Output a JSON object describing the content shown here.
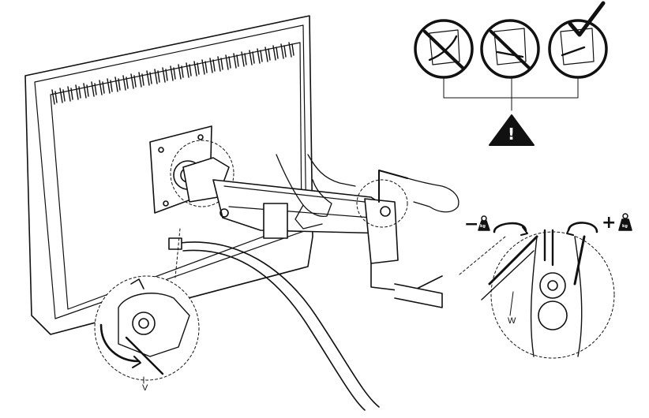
{
  "labels": {
    "tool_w": "W",
    "screw_v": "V",
    "minus_sign": "−",
    "plus_sign": "+",
    "weight_unit": "kg",
    "warning_mark": "!"
  },
  "icons": {
    "prohibited_1": "no-hand-grip-icon",
    "prohibited_2": "no-screwdriver-angle-icon",
    "approved": "check-approved-icon",
    "warning": "warning-triangle-icon",
    "rotate_ccw": "rotate-counterclockwise-icon",
    "rotate_cw": "rotate-clockwise-icon",
    "weight": "weight-icon"
  },
  "colors": {
    "ink": "#111111",
    "paper": "#ffffff"
  }
}
